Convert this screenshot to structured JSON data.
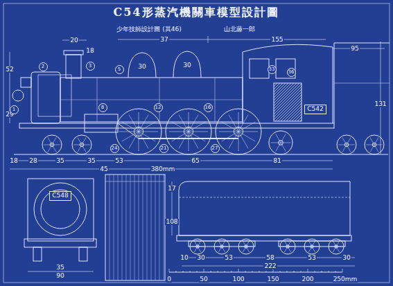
{
  "diagram": {
    "title": "C54形蒸汽機關車模型設計圖",
    "nodes": [
      {
        "text": [
          "C542"
        ]
      },
      {
        "text": [
          "C548"
        ]
      }
    ],
    "labels": [
      "少年技師設計圖 (其46)",
      "山北藤一郎",
      "37",
      "155",
      "95",
      "20",
      "18",
      "52",
      "131",
      "29",
      "18",
      "28",
      "35",
      "35",
      "53",
      "65",
      "81",
      "45",
      "380mm",
      "30",
      "30",
      "1",
      "2",
      "3",
      "5",
      "8",
      "12",
      "16",
      "21",
      "24",
      "27",
      "33",
      "36",
      "17",
      "108",
      "10",
      "30",
      "53",
      "58",
      "53",
      "30",
      "222",
      "0",
      "50",
      "100",
      "150",
      "200",
      "250mm",
      "35",
      "90"
    ]
  }
}
